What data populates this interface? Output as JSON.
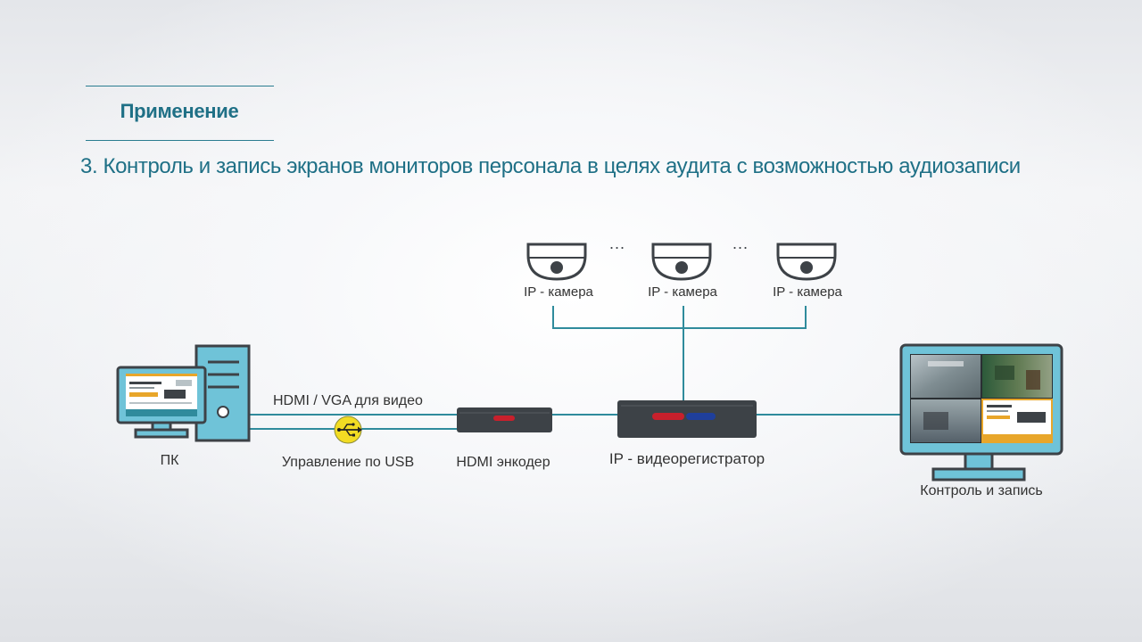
{
  "header": {
    "section_title": "Применение",
    "subtitle": "3. Контроль и запись экранов мониторов персонала в целях аудита с возможностью аудиозаписи"
  },
  "diagram": {
    "cameras": [
      {
        "label": "IP - камера"
      },
      {
        "label": "IP - камера"
      },
      {
        "label": "IP - камера"
      }
    ],
    "ellipsis": "...",
    "pc_label": "ПК",
    "hdmi_vga_label": "HDMI / VGA для видео",
    "usb_label": "Управление по USB",
    "encoder_label": "HDMI энкодер",
    "nvr_label": "IP - видеорегистратор",
    "monitor_label": "Контроль и запись"
  },
  "colors": {
    "accent_teal": "#1f7086",
    "line_teal": "#2f8b9c",
    "device_blue": "#6fc3d8",
    "device_dark": "#3d4247",
    "usb_yellow": "#f2dc23",
    "port_red": "#c8202c",
    "port_blue": "#1f3f9c"
  },
  "icons": [
    "dome-camera-icon",
    "pc-tower-icon",
    "pc-monitor-icon",
    "usb-icon",
    "hdmi-encoder-icon",
    "nvr-icon",
    "display-monitor-icon"
  ]
}
